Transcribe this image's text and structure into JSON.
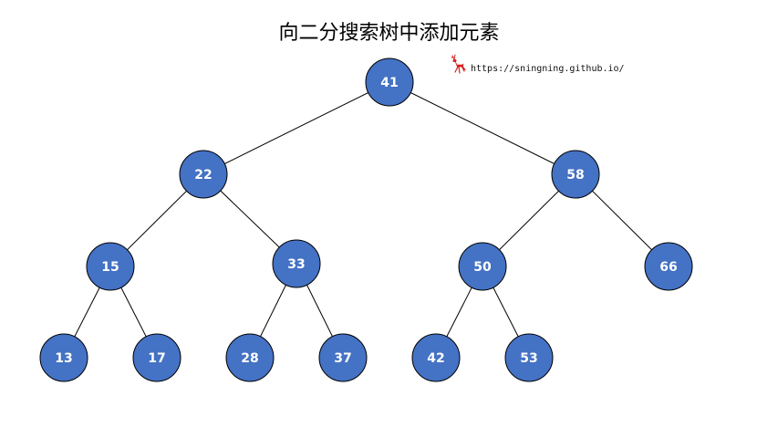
{
  "title": "向二分搜索树中添加元素",
  "watermark": {
    "url": "https://sningning.github.io/",
    "icon": "deer-icon"
  },
  "colors": {
    "node_fill": "#4472c4",
    "node_stroke": "#000000",
    "edge": "#000000",
    "label": "#ffffff",
    "icon": "#d62020"
  },
  "tree": {
    "nodes": [
      {
        "id": "n41",
        "value": "41",
        "level": 0
      },
      {
        "id": "n22",
        "value": "22",
        "level": 1
      },
      {
        "id": "n58",
        "value": "58",
        "level": 1
      },
      {
        "id": "n15",
        "value": "15",
        "level": 2
      },
      {
        "id": "n33",
        "value": "33",
        "level": 2
      },
      {
        "id": "n50",
        "value": "50",
        "level": 2
      },
      {
        "id": "n66",
        "value": "66",
        "level": 2
      },
      {
        "id": "n13",
        "value": "13",
        "level": 3
      },
      {
        "id": "n17",
        "value": "17",
        "level": 3
      },
      {
        "id": "n28",
        "value": "28",
        "level": 3
      },
      {
        "id": "n37",
        "value": "37",
        "level": 3
      },
      {
        "id": "n42",
        "value": "42",
        "level": 3
      },
      {
        "id": "n53",
        "value": "53",
        "level": 3
      }
    ],
    "edges": [
      {
        "from": "n41",
        "to": "n22"
      },
      {
        "from": "n41",
        "to": "n58"
      },
      {
        "from": "n22",
        "to": "n15"
      },
      {
        "from": "n22",
        "to": "n33"
      },
      {
        "from": "n58",
        "to": "n50"
      },
      {
        "from": "n58",
        "to": "n66"
      },
      {
        "from": "n15",
        "to": "n13"
      },
      {
        "from": "n15",
        "to": "n17"
      },
      {
        "from": "n33",
        "to": "n28"
      },
      {
        "from": "n33",
        "to": "n37"
      },
      {
        "from": "n50",
        "to": "n42"
      },
      {
        "from": "n50",
        "to": "n53"
      }
    ]
  }
}
